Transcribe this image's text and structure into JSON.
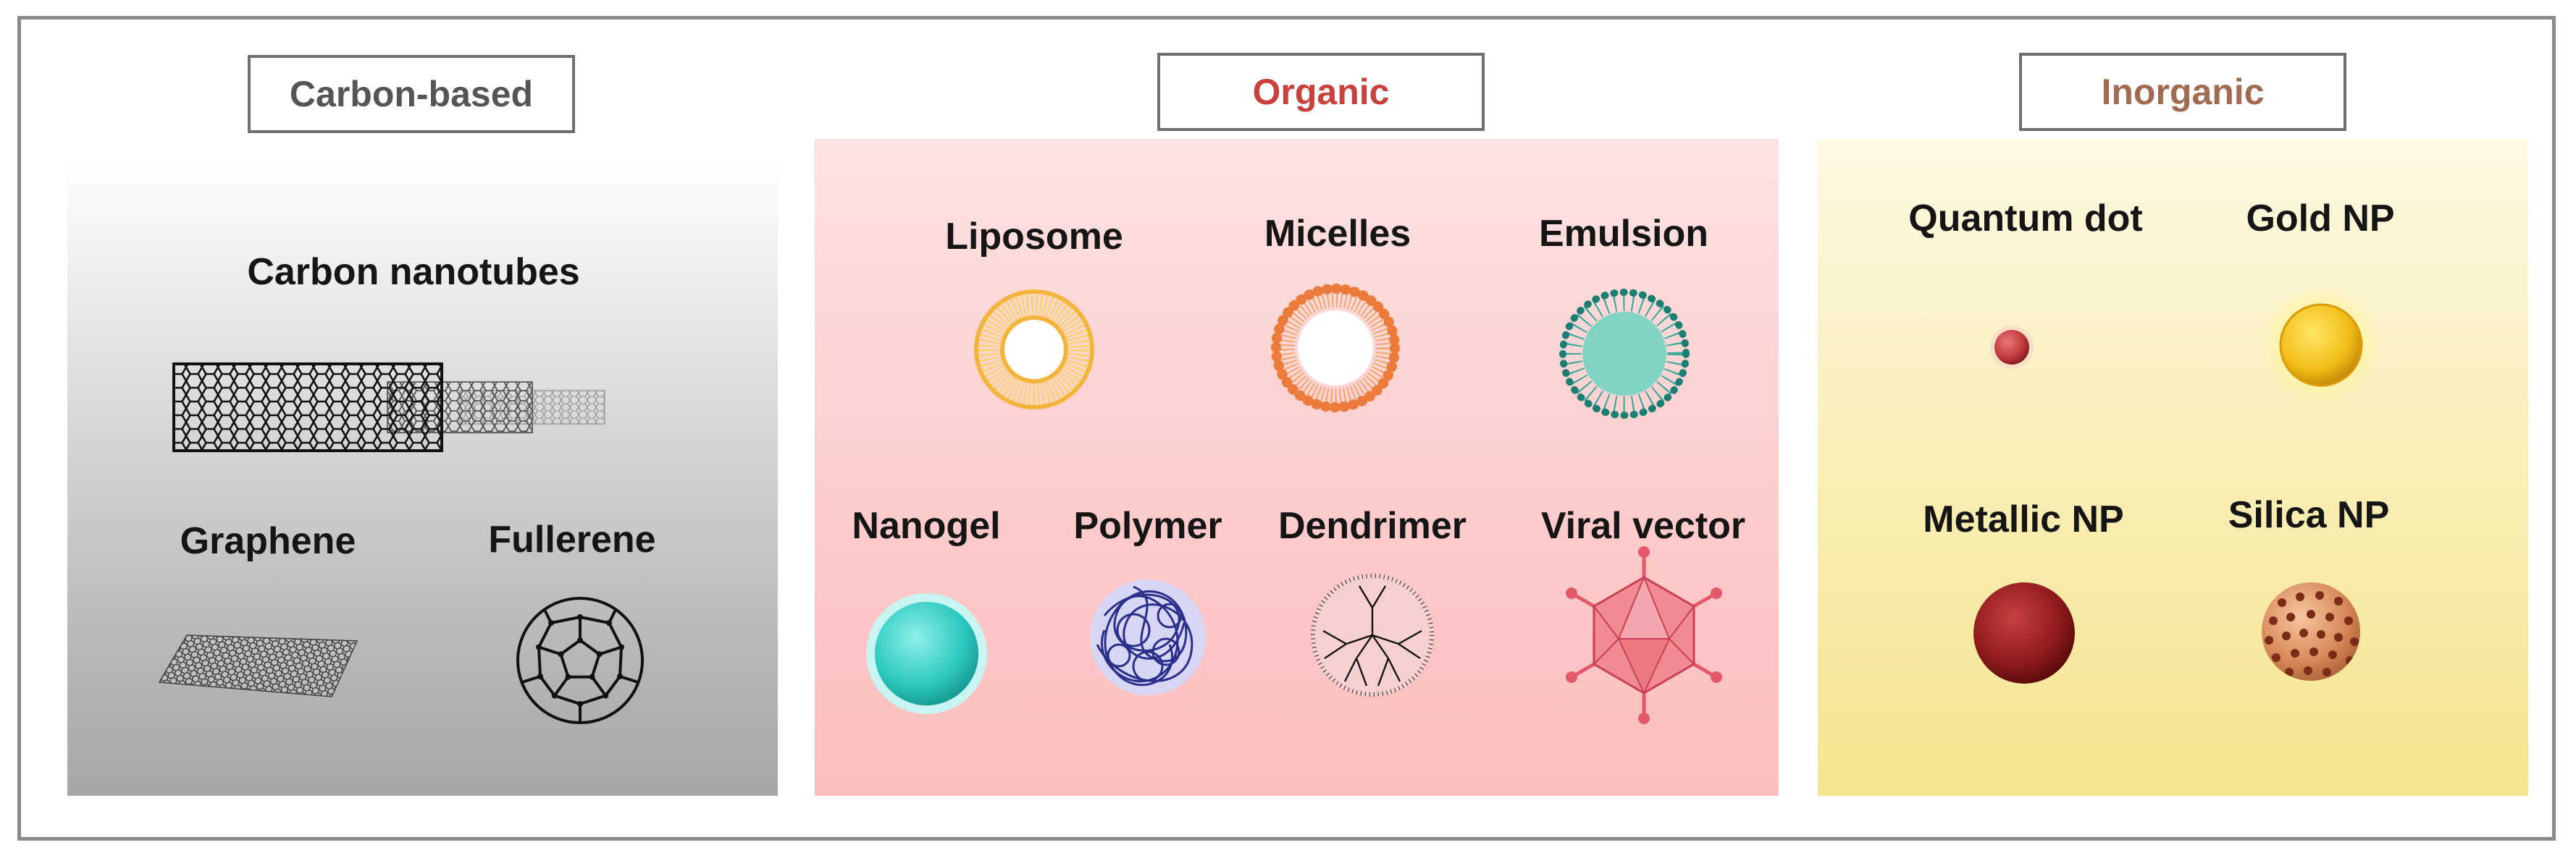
{
  "categories": {
    "carbon": {
      "title": "Carbon-based",
      "title_color": "#555555",
      "items": [
        "Carbon nanotubes",
        "Graphene",
        "Fullerene"
      ]
    },
    "organic": {
      "title": "Organic",
      "title_color": "#c9403c",
      "items": [
        "Liposome",
        "Micelles",
        "Emulsion",
        "Nanogel",
        "Polymer",
        "Dendrimer",
        "Viral vector"
      ]
    },
    "inorganic": {
      "title": "Inorganic",
      "title_color": "#a36a52",
      "items": [
        "Quantum dot",
        "Gold NP",
        "Metallic NP",
        "Silica NP"
      ]
    }
  },
  "colors": {
    "carbon_panel": "#c4c4c4",
    "organic_panel": "#fccaca",
    "inorganic_panel": "#f8eaa8",
    "liposome": "#f2b43a",
    "micelle": "#ec7a3a",
    "emulsion": "#2aa596",
    "nanogel": "#2cc9c0",
    "polymer": "#2a2f8c",
    "viral_vector": "#e4596a",
    "quantum_dot": "#c0393c",
    "gold": "#f2bd17",
    "metallic": "#8e1a1c",
    "silica": "#d8895a"
  }
}
